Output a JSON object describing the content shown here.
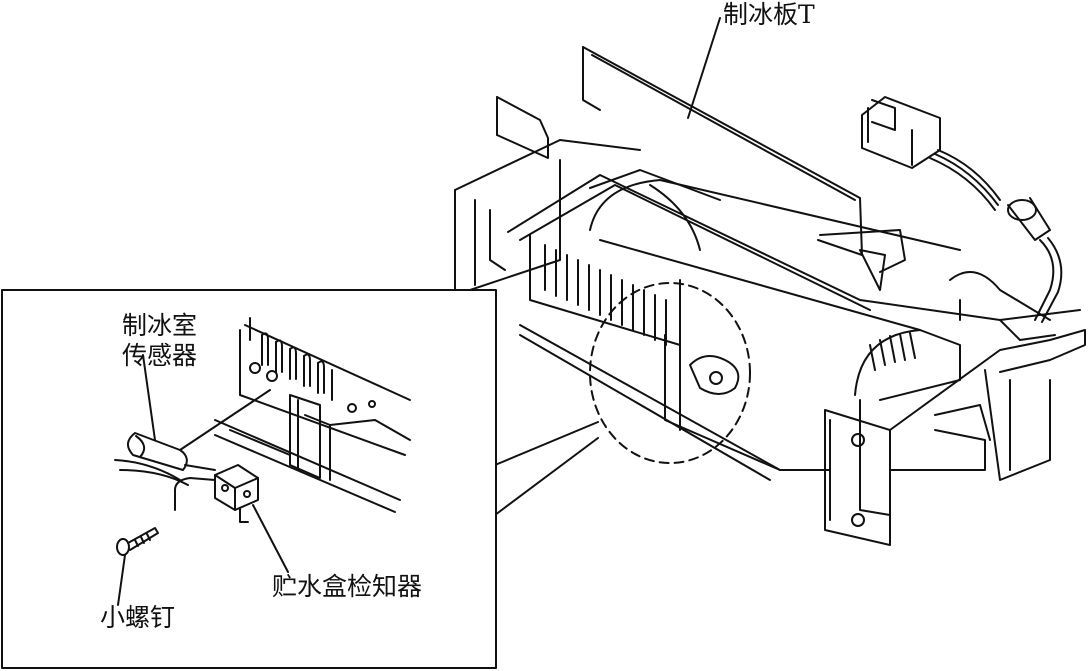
{
  "labels": {
    "ice_plate": "制冰板T",
    "ice_room_sensor_line1": "制冰室",
    "ice_room_sensor_line2": "传感器",
    "water_box_detector": "贮水盒检知器",
    "small_screw": "小螺钉"
  },
  "colors": {
    "line": "#111111",
    "background": "#ffffff"
  }
}
